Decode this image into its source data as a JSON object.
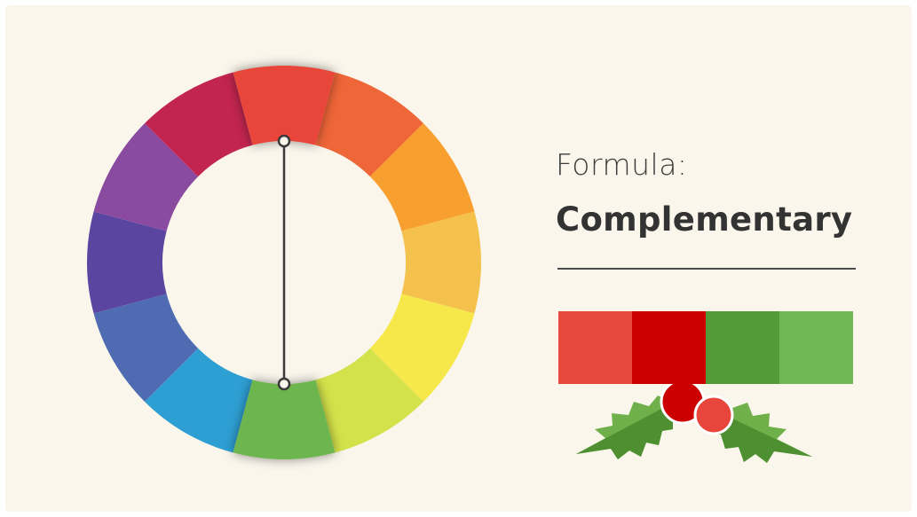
{
  "formula": {
    "label": "Formula:",
    "name": "Complementary"
  },
  "colors": {
    "background": "#faf6ec",
    "text_dark": "#333333",
    "connector": "#3a3a3a"
  },
  "wheel": {
    "segments": [
      {
        "name": "red",
        "color": "#e8443a"
      },
      {
        "name": "red-orange",
        "color": "#ef6638"
      },
      {
        "name": "orange",
        "color": "#f7a030"
      },
      {
        "name": "yellow-orange",
        "color": "#f4c24c"
      },
      {
        "name": "yellow",
        "color": "#f6e84a"
      },
      {
        "name": "yellow-green",
        "color": "#d3e24a"
      },
      {
        "name": "green",
        "color": "#6db64f"
      },
      {
        "name": "blue",
        "color": "#2e9fd3"
      },
      {
        "name": "blue-violet",
        "color": "#4f6cb3"
      },
      {
        "name": "violet",
        "color": "#5a46a0"
      },
      {
        "name": "red-violet",
        "color": "#8a4aa0"
      },
      {
        "name": "magenta",
        "color": "#c2254f"
      }
    ],
    "highlighted": [
      "red",
      "green"
    ]
  },
  "palette": [
    {
      "name": "light-red",
      "color": "#e8493e"
    },
    {
      "name": "dark-red",
      "color": "#cc0000"
    },
    {
      "name": "dark-green",
      "color": "#549a36"
    },
    {
      "name": "light-green",
      "color": "#71b654"
    }
  ],
  "holly": {
    "leaf_color": "#6fb04a",
    "leaf_shadow": "#4e8f32",
    "berry_colors": [
      "#cc0000",
      "#e8463c"
    ]
  }
}
